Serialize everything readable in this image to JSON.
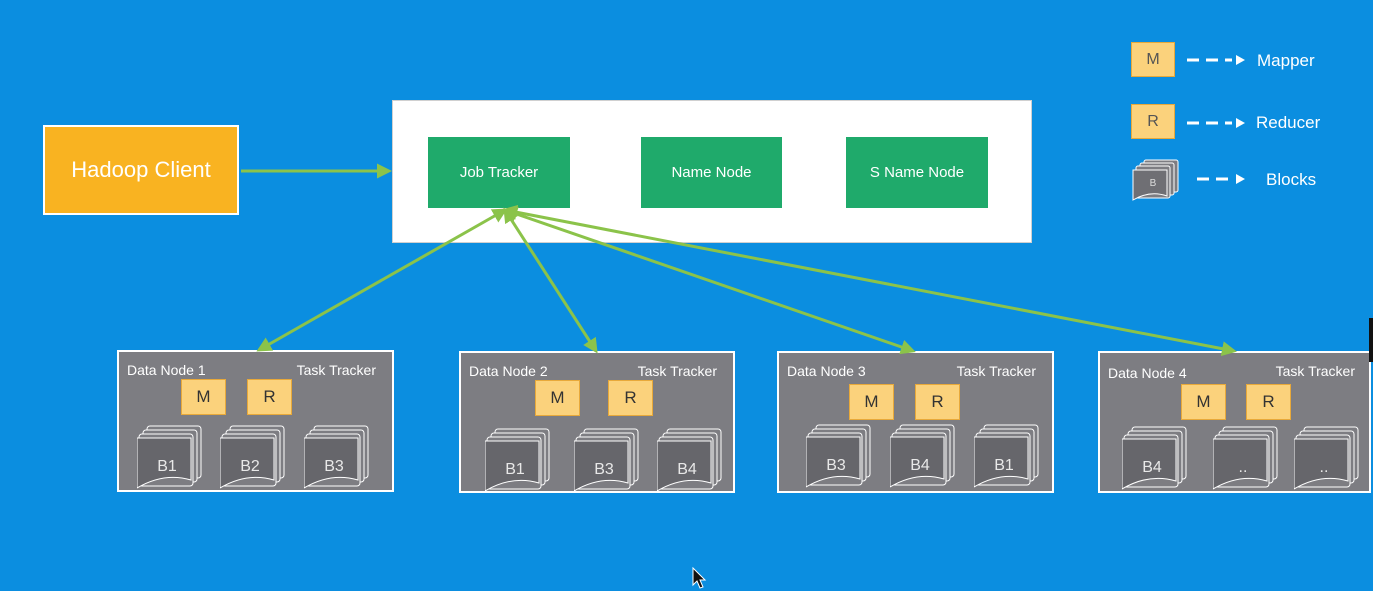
{
  "client": {
    "label": "Hadoop Client"
  },
  "master": {
    "job_tracker": "Job Tracker",
    "name_node": "Name Node",
    "s_name_node": "S Name Node"
  },
  "nodes": [
    {
      "name": "Data Node 1",
      "tracker": "Task Tracker",
      "m": "M",
      "r": "R",
      "blocks": [
        "B1",
        "B2",
        "B3"
      ]
    },
    {
      "name": "Data Node 2",
      "tracker": "Task Tracker",
      "m": "M",
      "r": "R",
      "blocks": [
        "B1",
        "B3",
        "B4"
      ]
    },
    {
      "name": "Data Node 3",
      "tracker": "Task Tracker",
      "m": "M",
      "r": "R",
      "blocks": [
        "B3",
        "B4",
        "B1"
      ]
    },
    {
      "name": "Data Node 4",
      "tracker": "Task Tracker",
      "m": "M",
      "r": "R",
      "blocks": [
        "B4",
        "..",
        ".."
      ]
    }
  ],
  "legend": {
    "m_symbol": "M",
    "m_label": "Mapper",
    "r_symbol": "R",
    "r_label": "Reducer",
    "b_symbol": "B",
    "b_label": "Blocks"
  },
  "colors": {
    "background": "#0b8ee0",
    "client": "#f9b321",
    "tracker_box": "#1faa6b",
    "data_node": "#7d7d82",
    "map_reduce": "#fbd27c",
    "arrow": "#8bc34a"
  }
}
